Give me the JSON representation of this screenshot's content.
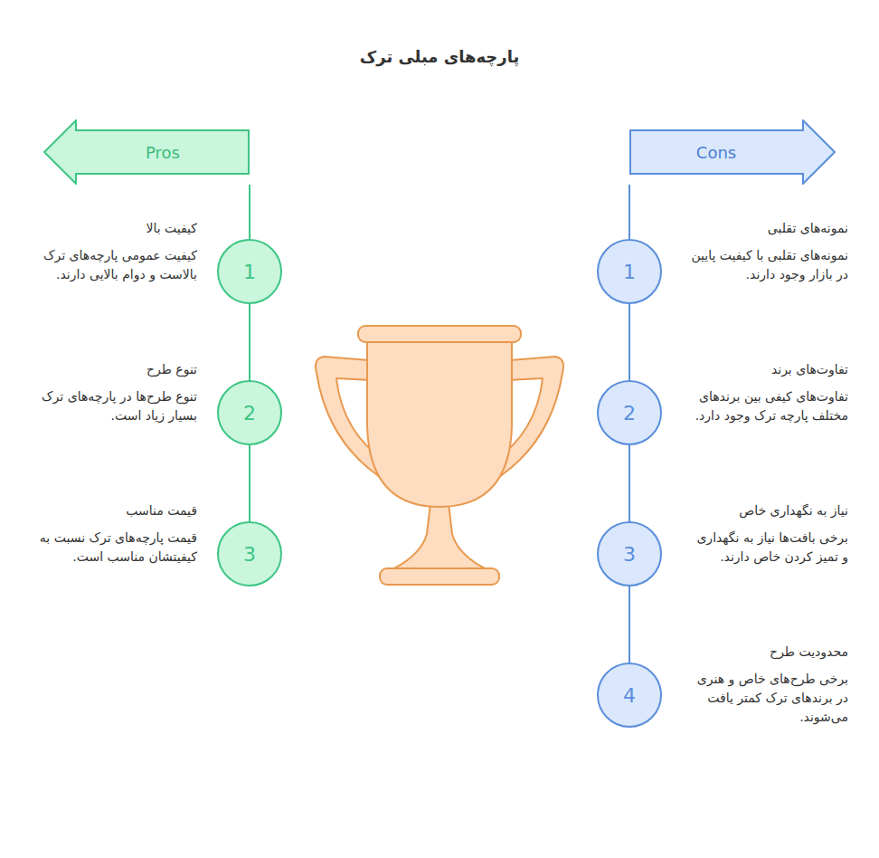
{
  "diagram": {
    "title": "پارچه‌های مبلی ترک",
    "nodes": [
      {
        "text": [
          "Pros"
        ]
      },
      {
        "text": [
          "1",
          "کیفیت بالا",
          "کیفیت عمومی پارچه‌های ترک بالاست و دوام بالایی دارند."
        ]
      },
      {
        "text": [
          "2",
          "تنوع طرح",
          "تنوع طرح‌ها در پارچه‌های ترک بسیار زیاد است."
        ]
      },
      {
        "text": [
          "3",
          "قیمت مناسب",
          "قیمت پارچه‌های ترک نسبت به کیفیتشان مناسب است."
        ]
      },
      {
        "text": [
          "Cons"
        ]
      },
      {
        "text": [
          "1",
          "نمونه‌های تقلبی",
          "نمونه‌های تقلبی با کیفیت پایین در بازار وجود دارند."
        ]
      },
      {
        "text": [
          "2",
          "تفاوت‌های برند",
          "تفاوت‌های کیفی بین برندهای مختلف پارچه ترک وجود دارد."
        ]
      },
      {
        "text": [
          "3",
          "نیاز به نگهداری خاص",
          "برخی بافت‌ها نیاز به نگهداری و تمیز کردن خاص دارند."
        ]
      },
      {
        "text": [
          "4",
          "محدودیت طرح",
          "برخی طرح‌های خاص و هنری در برندهای ترک کمتر یافت می‌شوند."
        ]
      }
    ],
    "edges": [
      {
        "from": 0,
        "to": 1,
        "arrow": "none"
      },
      {
        "from": 1,
        "to": 2,
        "arrow": "none"
      },
      {
        "from": 2,
        "to": 3,
        "arrow": "none"
      },
      {
        "from": 4,
        "to": 5,
        "arrow": "none"
      },
      {
        "from": 5,
        "to": 6,
        "arrow": "none"
      },
      {
        "from": 6,
        "to": 7,
        "arrow": "none"
      },
      {
        "from": 7,
        "to": 8,
        "arrow": "none"
      }
    ]
  }
}
